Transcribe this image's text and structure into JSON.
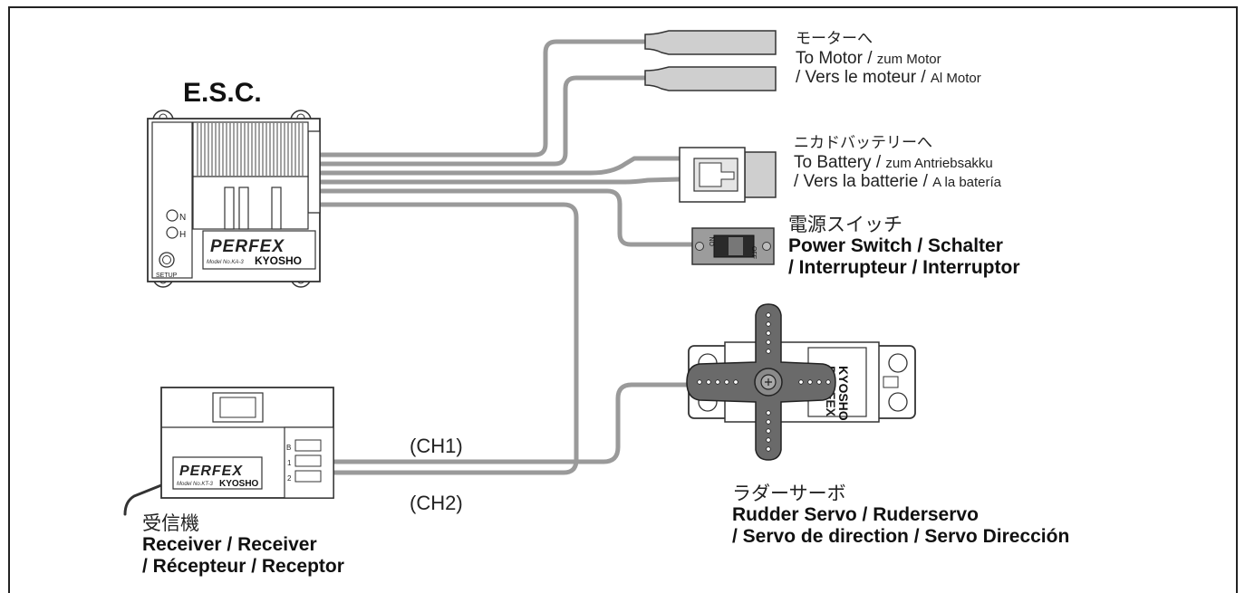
{
  "esc": {
    "title": "E.S.C.",
    "switch_on": "N",
    "switch_h": "H",
    "setup_label": "SETUP",
    "brand_logo": "PERFEX",
    "model_no": "Model No.KA-3",
    "maker_logo": "KYOSHO"
  },
  "motor": {
    "jp": "モーターへ",
    "line1_main": "To Motor / ",
    "line1_small": "zum Motor",
    "line2_main": "/ Vers le moteur / ",
    "line2_small": "Al Motor"
  },
  "battery": {
    "jp": "ニカドバッテリーへ",
    "line1_main": "To Battery / ",
    "line1_small": "zum Antriebsakku",
    "line2_main": "/ Vers la batterie / ",
    "line2_small": "A la batería"
  },
  "power_switch": {
    "jp": "電源スイッチ",
    "line1": "Power Switch / Schalter",
    "line2": "/ Interrupteur / Interruptor",
    "on_text": "ON",
    "off_text": "OFF"
  },
  "servo": {
    "jp": "ラダーサーボ",
    "line1": "Rudder Servo / Ruderservo",
    "line2": "/ Servo de direction / Servo Dirección",
    "brand_logo": "PERFEX",
    "maker_logo": "KYOSHO"
  },
  "receiver": {
    "jp": "受信機",
    "line1": "Receiver / Receiver",
    "line2": "/ Récepteur / Receptor",
    "brand_logo": "PERFEX",
    "model_no": "Model No.KT-3",
    "maker_logo": "KYOSHO",
    "port_b": "B",
    "port_1": "1",
    "port_2": "2"
  },
  "channels": {
    "ch1": "(CH1)",
    "ch2": "(CH2)"
  }
}
